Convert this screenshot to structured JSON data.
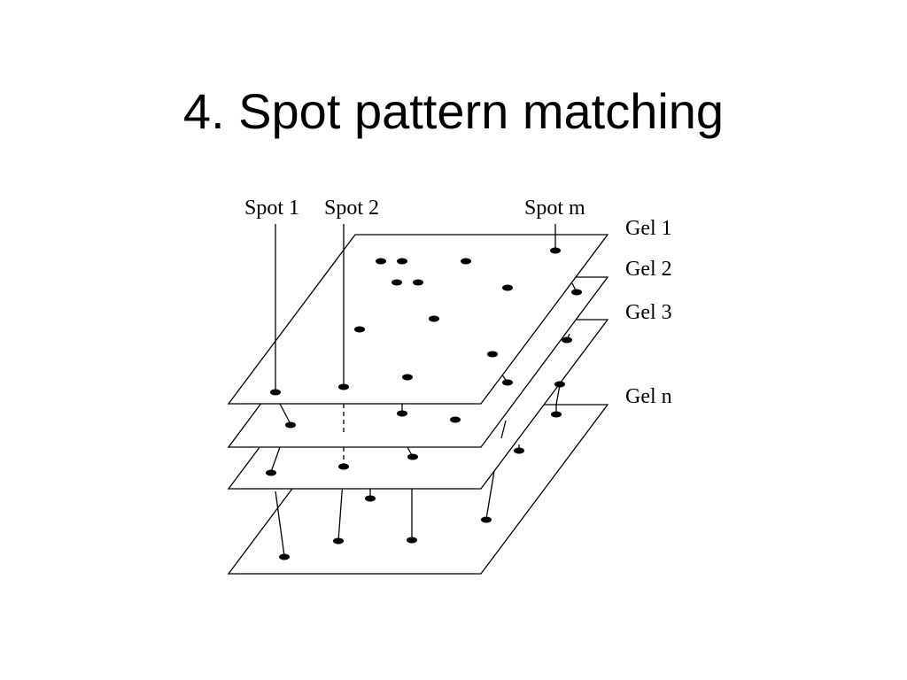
{
  "slide": {
    "title": "4. Spot pattern matching"
  },
  "diagram": {
    "spot_labels": [
      "Spot 1",
      "Spot 2",
      "Spot m"
    ],
    "gel_labels": [
      "Gel 1",
      "Gel 2",
      "Gel 3",
      "Gel n"
    ]
  }
}
